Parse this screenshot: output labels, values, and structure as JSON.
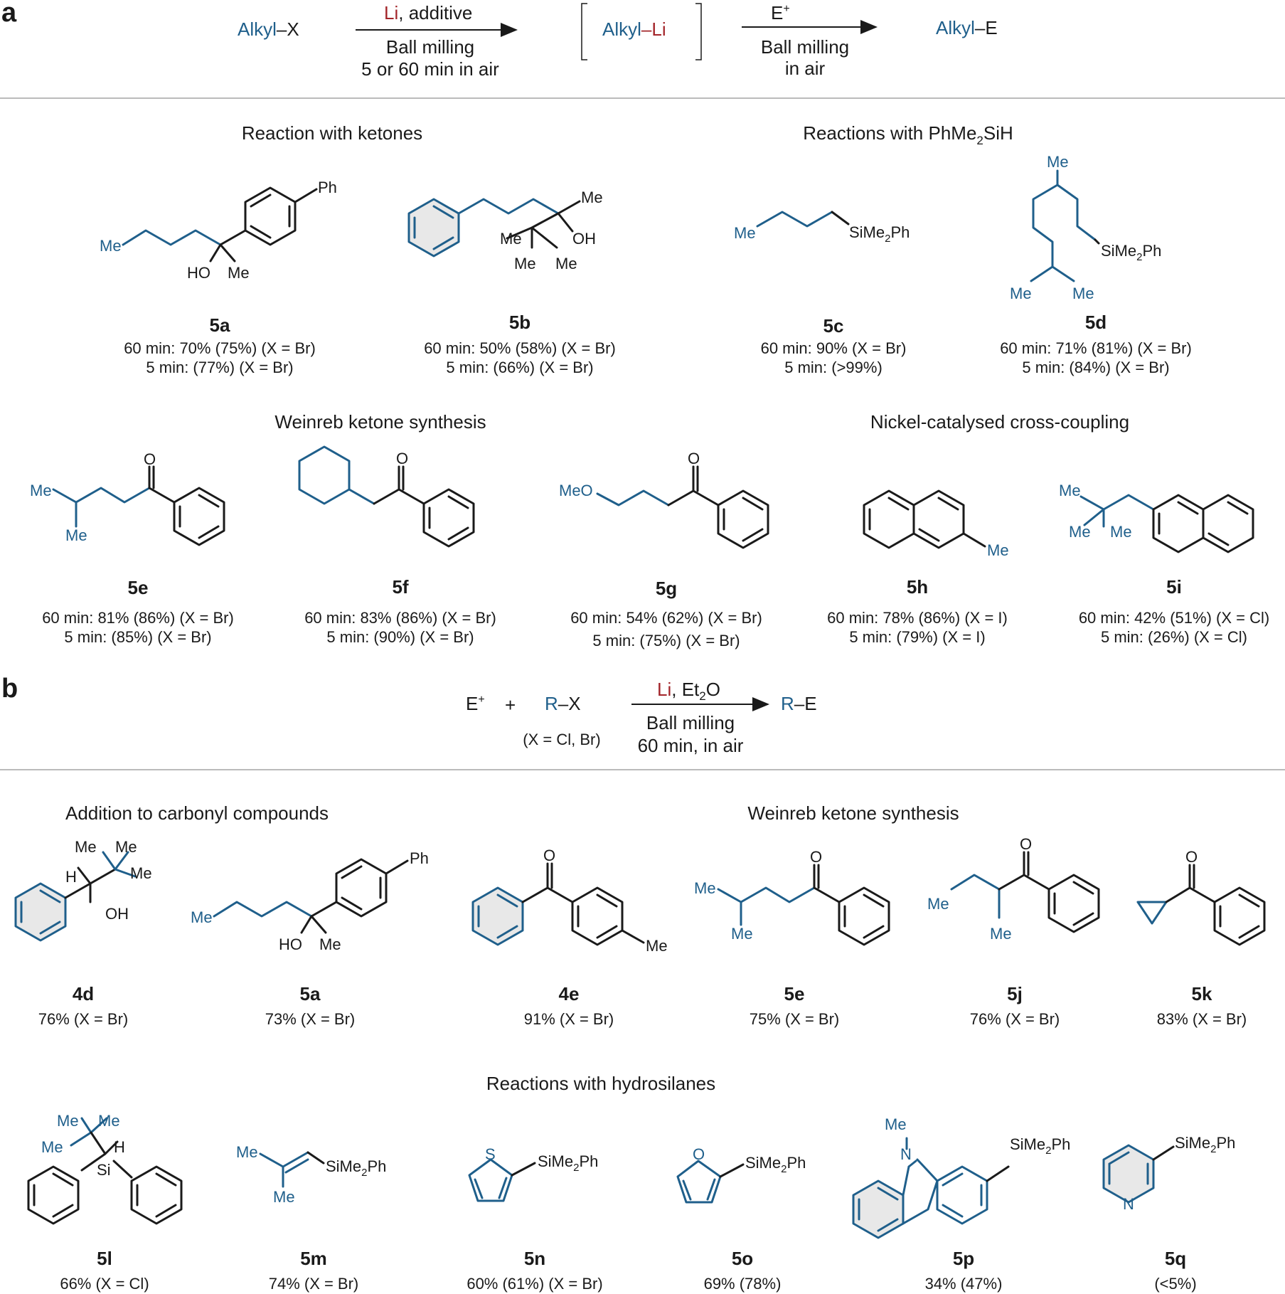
{
  "panel_a": {
    "letter": "a",
    "scheme": {
      "reactant_alkyl": "Alkyl",
      "reactant_x": "–X",
      "reagent_li": "Li",
      "reagent_rest": ", additive",
      "cond_1": "Ball milling",
      "cond_2": "5 or 60 min in air",
      "intermediate_alkyl": "Alkyl",
      "intermediate_li": "–Li",
      "electrophile": "E",
      "electrophile_sup": "+",
      "cond_3": "Ball milling",
      "cond_4": "in air",
      "product_alkyl": "Alkyl",
      "product_e": "–E"
    },
    "sections": {
      "ketones": "Reaction with ketones",
      "silane_main": "Reactions with PhMe",
      "silane_sub": "2",
      "silane_end": "SiH",
      "weinreb": "Weinreb ketone synthesis",
      "nickel": "Nickel-catalysed cross-coupling"
    },
    "compounds": [
      {
        "id": "5a",
        "line1": "60 min: 70% (75%) (X = Br)",
        "line2": "5 min: (77%) (X = Br)"
      },
      {
        "id": "5b",
        "line1": "60 min: 50% (58%) (X = Br)",
        "line2": "5 min: (66%) (X = Br)"
      },
      {
        "id": "5c",
        "line1": "60 min: 90% (X = Br)",
        "line2": "5 min: (>99%)"
      },
      {
        "id": "5d",
        "line1": "60 min: 71% (81%) (X = Br)",
        "line2": "5 min: (84%) (X = Br)"
      },
      {
        "id": "5e",
        "line1": "60 min: 81% (86%) (X = Br)",
        "line2": "5 min: (85%) (X = Br)"
      },
      {
        "id": "5f",
        "line1": "60 min: 83% (86%) (X = Br)",
        "line2": "5 min: (90%) (X = Br)"
      },
      {
        "id": "5g",
        "line1": "60 min: 54% (62%) (X = Br)",
        "line2": "5 min: (75%) (X = Br)"
      },
      {
        "id": "5h",
        "line1": "60 min: 78% (86%) (X = I)",
        "line2": "5 min: (79%) (X = I)"
      },
      {
        "id": "5i",
        "line1": "60 min: 42% (51%) (X = Cl)",
        "line2": "5 min: (26%) (X = Cl)"
      }
    ]
  },
  "panel_b": {
    "letter": "b",
    "scheme": {
      "electrophile": "E",
      "electrophile_sup": "+",
      "plus": "+",
      "reactant_r": "R",
      "reactant_x": "–X",
      "x_note": "(X = Cl, Br)",
      "reagent_li": "Li",
      "reagent_rest": ", Et",
      "reagent_sub": "2",
      "reagent_end": "O",
      "cond_1": "Ball milling",
      "cond_2": "60 min, in air",
      "product_r": "R",
      "product_e": "–E"
    },
    "sections": {
      "carbonyl": "Addition to carbonyl compounds",
      "weinreb": "Weinreb ketone synthesis",
      "hydrosilanes": "Reactions with hydrosilanes"
    },
    "compounds": [
      {
        "id": "4d",
        "yield": "76% (X = Br)"
      },
      {
        "id": "5a",
        "yield": "73% (X = Br)"
      },
      {
        "id": "4e",
        "yield": "91% (X = Br)"
      },
      {
        "id": "5e",
        "yield": "75% (X = Br)"
      },
      {
        "id": "5j",
        "yield": "76% (X = Br)"
      },
      {
        "id": "5k",
        "yield": "83% (X = Br)"
      },
      {
        "id": "5l",
        "yield": "66% (X = Cl)"
      },
      {
        "id": "5m",
        "yield": "74% (X = Br)"
      },
      {
        "id": "5n",
        "yield": "60% (61%) (X = Br)"
      },
      {
        "id": "5o",
        "yield": "69% (78%)"
      },
      {
        "id": "5p",
        "yield": "34% (47%)"
      },
      {
        "id": "5q",
        "yield": "(<5%)"
      }
    ]
  },
  "atoms": {
    "me": "Me",
    "ph": "Ph",
    "ho": "HO",
    "oh": "OH",
    "o": "O",
    "h": "H",
    "meo": "MeO",
    "s": "S",
    "n": "N",
    "si": "Si",
    "sime2": "SiMe",
    "sub2": "2",
    "ph_end": "Ph"
  },
  "colors": {
    "alkyl_blue": "#1f5f8b",
    "lithium_red": "#a3252a",
    "ring_fill": "#e8e8e8"
  }
}
